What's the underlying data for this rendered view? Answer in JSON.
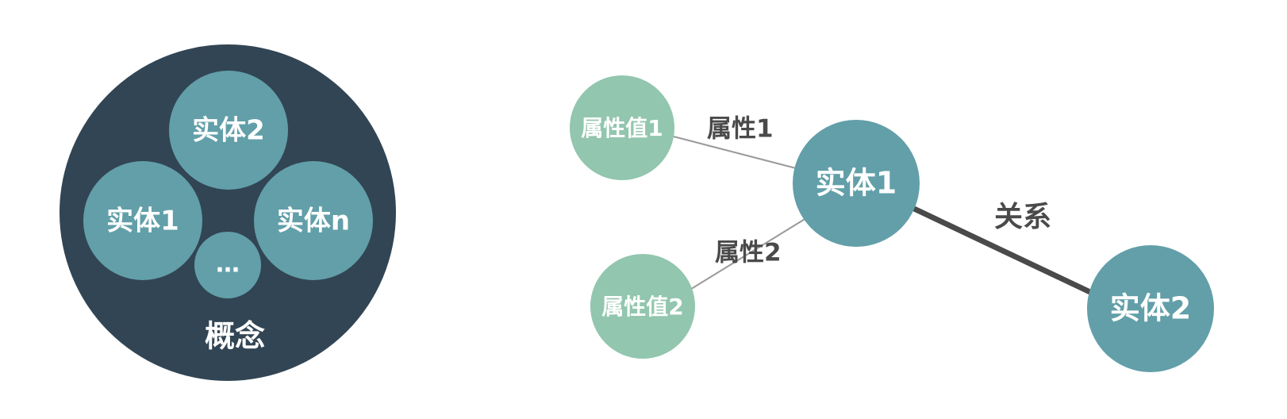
{
  "concept_diagram": {
    "concept_label": "概念",
    "entities": [
      "实体2",
      "实体1",
      "实体n",
      "…"
    ]
  },
  "graph_diagram": {
    "attribute_values": [
      "属性值1",
      "属性值2"
    ],
    "attributes": [
      "属性1",
      "属性2"
    ],
    "entities": [
      "实体1",
      "实体2"
    ],
    "relation_label": "关系"
  },
  "colors": {
    "concept_bg": "#324554",
    "entity": "#629fa9",
    "attribute_value": "#92c6ae",
    "relation_edge": "#4a4a4a",
    "attribute_edge": "#9a9a9a",
    "label_text": "#4a4a4a"
  }
}
